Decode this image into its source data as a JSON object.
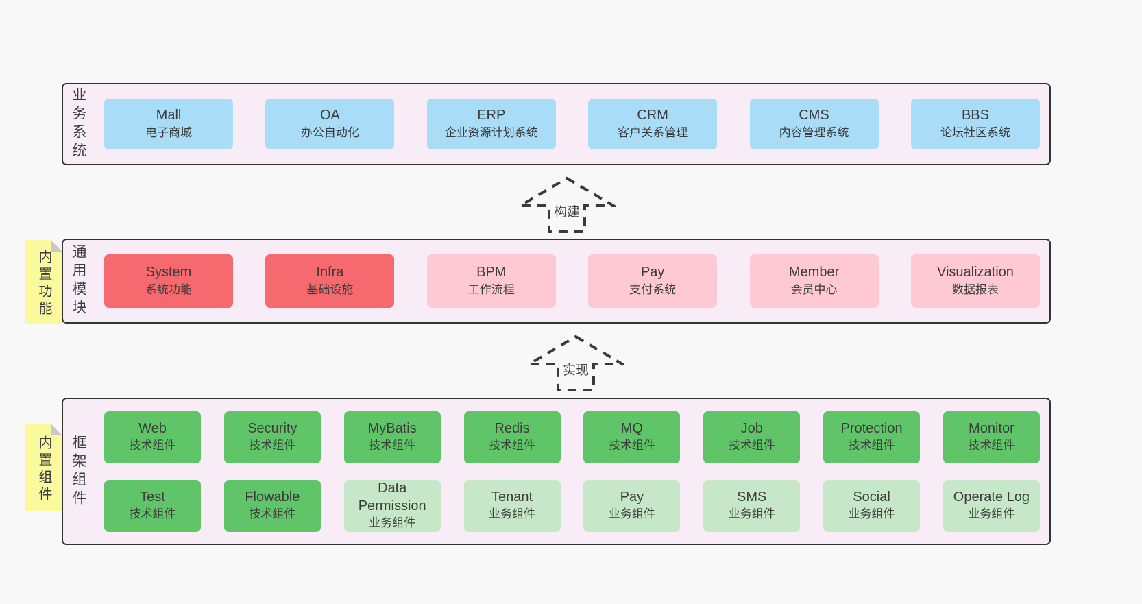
{
  "colors": {
    "page_background": "#f8f8f8",
    "panel_background": "#f8edf6",
    "panel_border": "#333333",
    "blue_box": "#a9dcf6",
    "red_box": "#f5696f",
    "pink_box": "#fec9d2",
    "green_box": "#5fc568",
    "light_green_box": "#c6e8c8",
    "sticky_yellow": "#fbf99e",
    "text": "#3c3c3c"
  },
  "business_section": {
    "label": "业务系统",
    "items": [
      {
        "title": "Mall",
        "subtitle": "电子商城",
        "variant": "blue"
      },
      {
        "title": "OA",
        "subtitle": "办公自动化",
        "variant": "blue"
      },
      {
        "title": "ERP",
        "subtitle": "企业资源计划系统",
        "variant": "blue"
      },
      {
        "title": "CRM",
        "subtitle": "客户关系管理",
        "variant": "blue"
      },
      {
        "title": "CMS",
        "subtitle": "内容管理系统",
        "variant": "blue"
      },
      {
        "title": "BBS",
        "subtitle": "论坛社区系统",
        "variant": "blue"
      }
    ]
  },
  "build_arrow": {
    "label": "构建"
  },
  "module_section": {
    "tag": "内置功能",
    "label": "通用模块",
    "items": [
      {
        "title": "System",
        "subtitle": "系统功能",
        "variant": "red"
      },
      {
        "title": "Infra",
        "subtitle": "基础设施",
        "variant": "red"
      },
      {
        "title": "BPM",
        "subtitle": "工作流程",
        "variant": "pink"
      },
      {
        "title": "Pay",
        "subtitle": "支付系统",
        "variant": "pink"
      },
      {
        "title": "Member",
        "subtitle": "会员中心",
        "variant": "pink"
      },
      {
        "title": "Visualization",
        "subtitle": "数据报表",
        "variant": "pink"
      }
    ]
  },
  "implement_arrow": {
    "label": "实现"
  },
  "framework_section": {
    "tag": "内置组件",
    "label": "框架组件",
    "row1": [
      {
        "title": "Web",
        "subtitle": "技术组件",
        "variant": "green"
      },
      {
        "title": "Security",
        "subtitle": "技术组件",
        "variant": "green"
      },
      {
        "title": "MyBatis",
        "subtitle": "技术组件",
        "variant": "green"
      },
      {
        "title": "Redis",
        "subtitle": "技术组件",
        "variant": "green"
      },
      {
        "title": "MQ",
        "subtitle": "技术组件",
        "variant": "green"
      },
      {
        "title": "Job",
        "subtitle": "技术组件",
        "variant": "green"
      },
      {
        "title": "Protection",
        "subtitle": "技术组件",
        "variant": "green"
      },
      {
        "title": "Monitor",
        "subtitle": "技术组件",
        "variant": "green"
      }
    ],
    "row2": [
      {
        "title": "Test",
        "subtitle": "技术组件",
        "variant": "green"
      },
      {
        "title": "Flowable",
        "subtitle": "技术组件",
        "variant": "green"
      },
      {
        "title": "Data Permission",
        "subtitle": "业务组件",
        "variant": "lightgreen"
      },
      {
        "title": "Tenant",
        "subtitle": "业务组件",
        "variant": "lightgreen"
      },
      {
        "title": "Pay",
        "subtitle": "业务组件",
        "variant": "lightgreen"
      },
      {
        "title": "SMS",
        "subtitle": "业务组件",
        "variant": "lightgreen"
      },
      {
        "title": "Social",
        "subtitle": "业务组件",
        "variant": "lightgreen"
      },
      {
        "title": "Operate Log",
        "subtitle": "业务组件",
        "variant": "lightgreen"
      }
    ]
  }
}
